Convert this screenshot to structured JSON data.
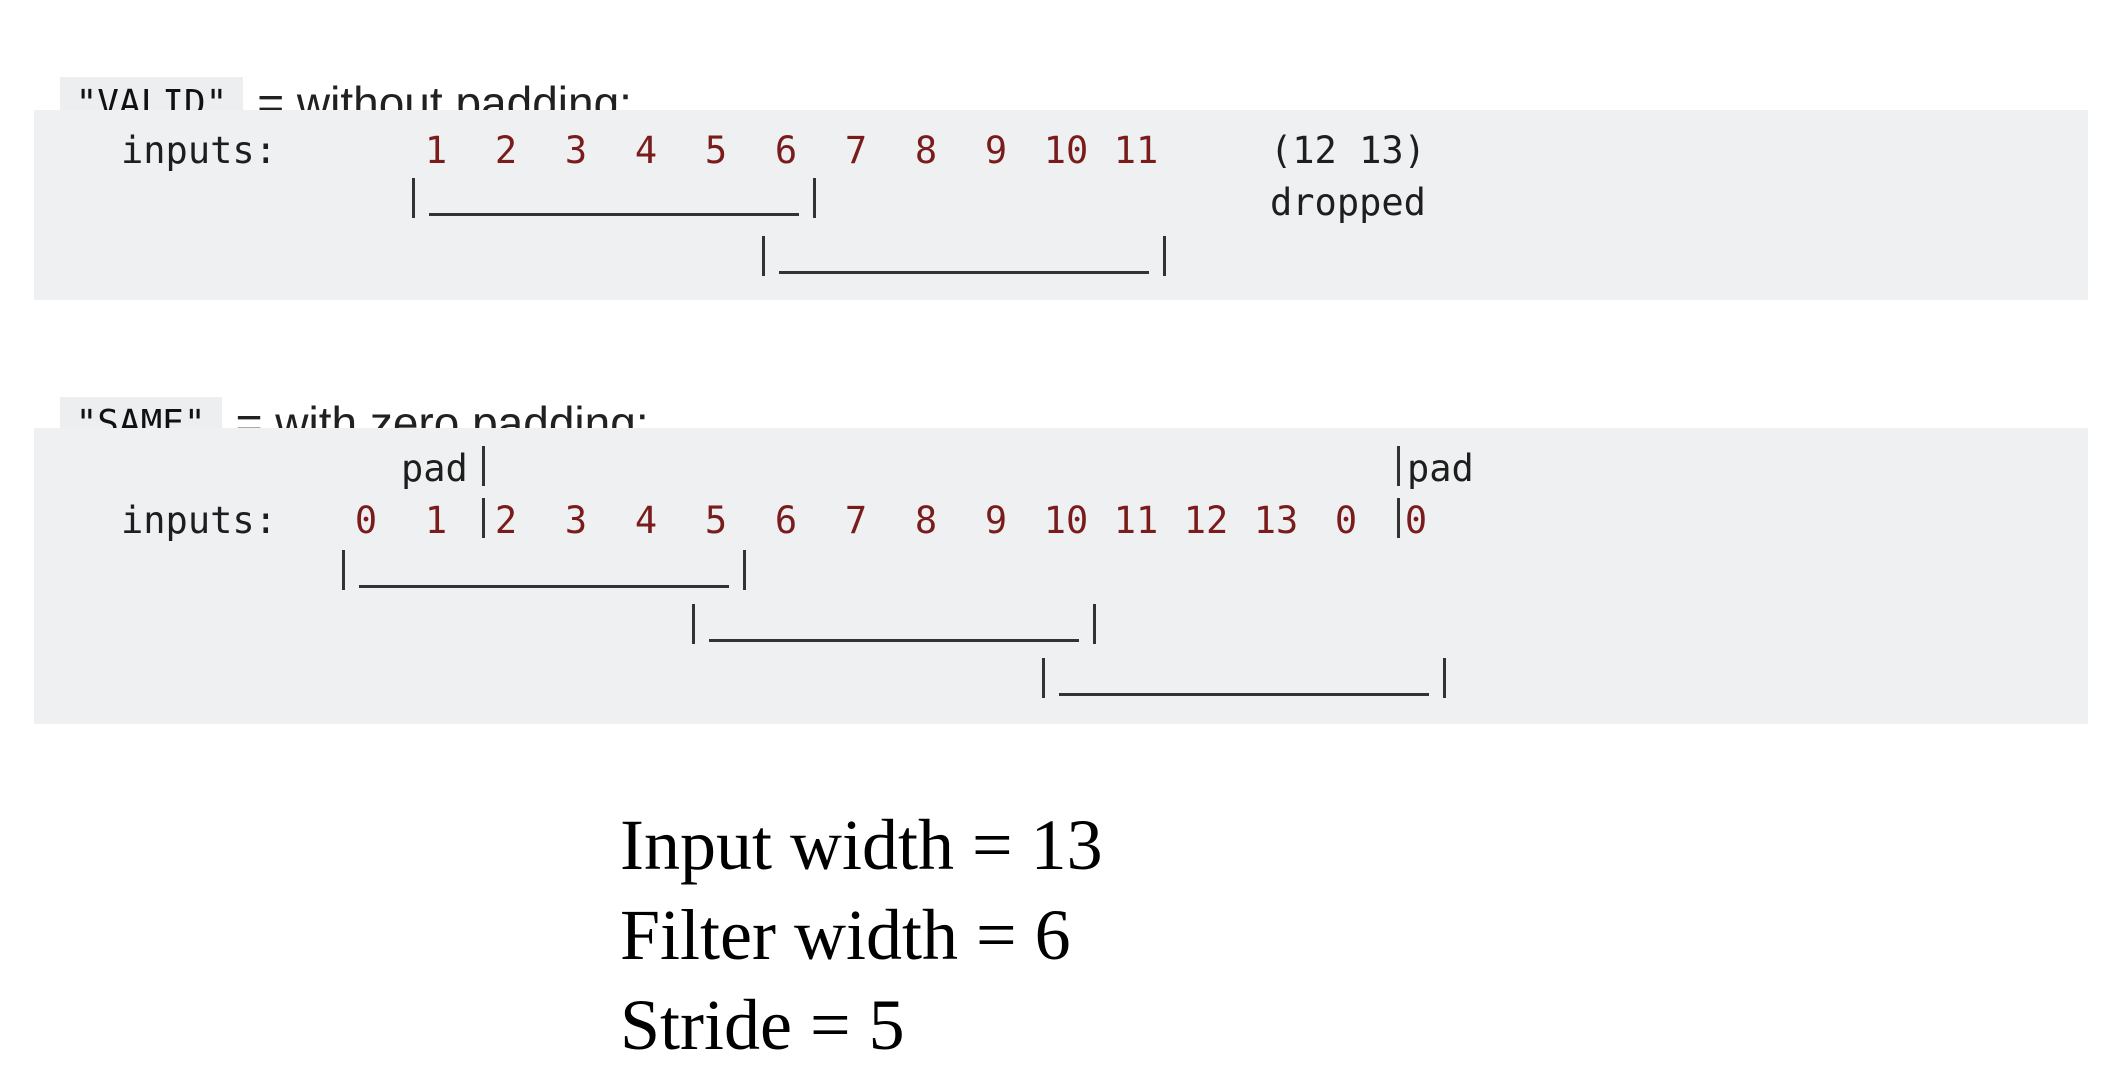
{
  "valid_section": {
    "tag": "\"VALID\"",
    "description": "= without padding:",
    "inputs_label": "inputs:",
    "inputs": [
      "1",
      "2",
      "3",
      "4",
      "5",
      "6",
      "7",
      "8",
      "9",
      "10",
      "11"
    ],
    "dropped_inputs": "(12 13)",
    "dropped_label": "dropped",
    "windows": [
      {
        "start": 1,
        "end": 6
      },
      {
        "start": 6,
        "end": 11
      }
    ]
  },
  "same_section": {
    "tag": "\"SAME\"",
    "description": "= with zero padding:",
    "inputs_label": "inputs:",
    "pad_left_label": "pad",
    "pad_right_label": "pad",
    "pad_left_values": [
      "0"
    ],
    "inputs": [
      "1",
      "2",
      "3",
      "4",
      "5",
      "6",
      "7",
      "8",
      "9",
      "10",
      "11",
      "12",
      "13"
    ],
    "pad_right_values": [
      "0",
      "0"
    ],
    "windows": [
      {
        "start": 0,
        "end": 5
      },
      {
        "start": 5,
        "end": 10
      },
      {
        "start": 10,
        "end": 15
      }
    ]
  },
  "parameters": {
    "input_width": "Input width = 13",
    "filter_width": "Filter width = 6",
    "stride": "Stride = 5"
  },
  "colors": {
    "number": "#7a1c1c",
    "code_background": "#eff0f1",
    "text": "#1e1e1e"
  }
}
